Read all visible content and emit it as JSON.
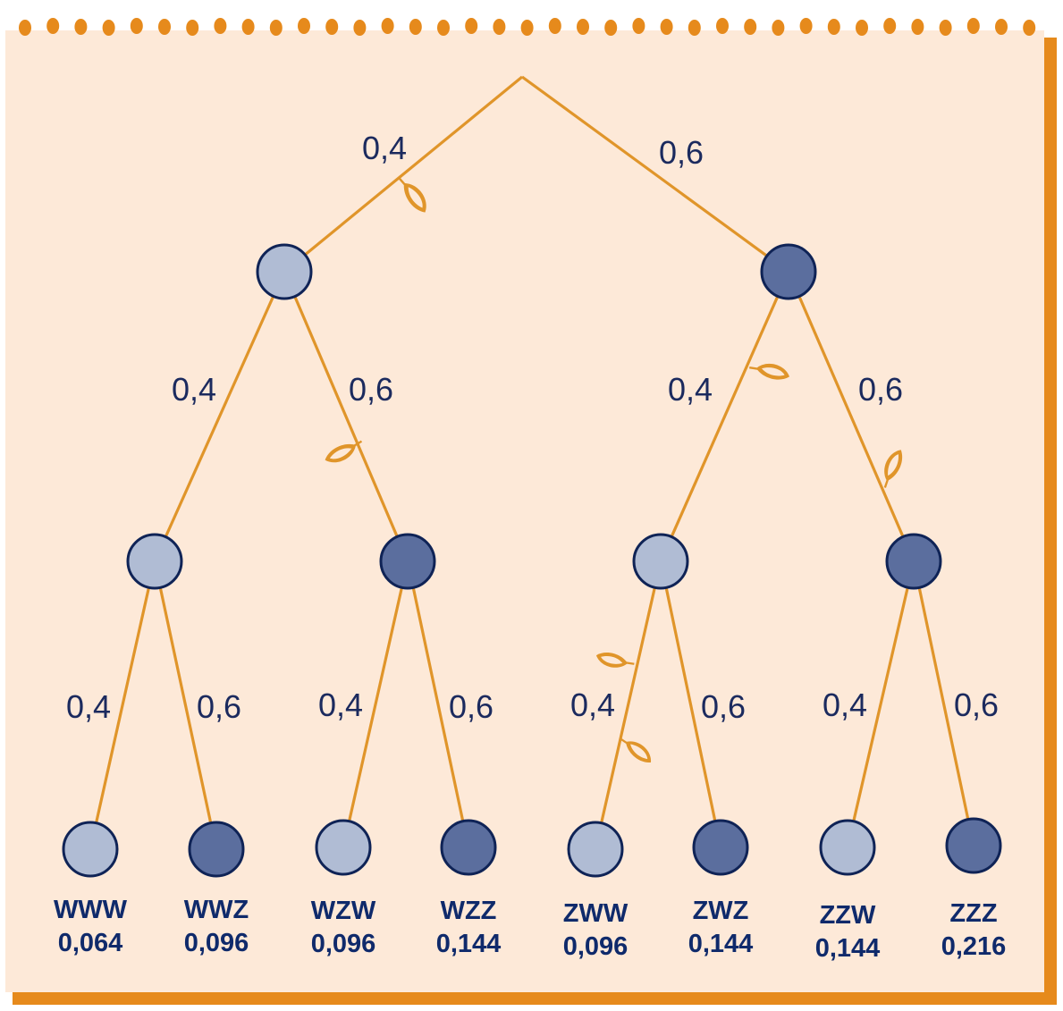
{
  "colors": {
    "paper": "#fde9d8",
    "frame": "#e68a1c",
    "branch": "#e0952a",
    "node_outline": "#0f2356",
    "node_light": "#b0bcd4",
    "node_dark": "#5b6e9e",
    "text": "#1b2a5e",
    "leaf_text": "#0f2a6b"
  },
  "tree": {
    "root": {
      "branches": [
        {
          "label": "0,4",
          "child": "level1_w"
        },
        {
          "label": "0,6",
          "child": "level1_z"
        }
      ]
    },
    "level1": [
      {
        "id": "level1_w",
        "shade": "light",
        "branch_labels": [
          "0,4",
          "0,6"
        ]
      },
      {
        "id": "level1_z",
        "shade": "dark",
        "branch_labels": [
          "0,4",
          "0,6"
        ]
      }
    ],
    "level2": [
      {
        "id": "ww",
        "shade": "light",
        "branch_labels": [
          "0,4",
          "0,6"
        ]
      },
      {
        "id": "wz",
        "shade": "dark",
        "branch_labels": [
          "0,4",
          "0,6"
        ]
      },
      {
        "id": "zw",
        "shade": "light",
        "branch_labels": [
          "0,4",
          "0,6"
        ]
      },
      {
        "id": "zz",
        "shade": "dark",
        "branch_labels": [
          "0,4",
          "0,6"
        ]
      }
    ],
    "leaves": [
      {
        "name": "WWW",
        "probability": "0,064",
        "shade": "light"
      },
      {
        "name": "WWZ",
        "probability": "0,096",
        "shade": "dark"
      },
      {
        "name": "WZW",
        "probability": "0,096",
        "shade": "light"
      },
      {
        "name": "WZZ",
        "probability": "0,144",
        "shade": "dark"
      },
      {
        "name": "ZWW",
        "probability": "0,096",
        "shade": "light"
      },
      {
        "name": "ZWZ",
        "probability": "0,144",
        "shade": "dark"
      },
      {
        "name": "ZZW",
        "probability": "0,144",
        "shade": "light"
      },
      {
        "name": "ZZZ",
        "probability": "0,216",
        "shade": "dark"
      }
    ]
  }
}
